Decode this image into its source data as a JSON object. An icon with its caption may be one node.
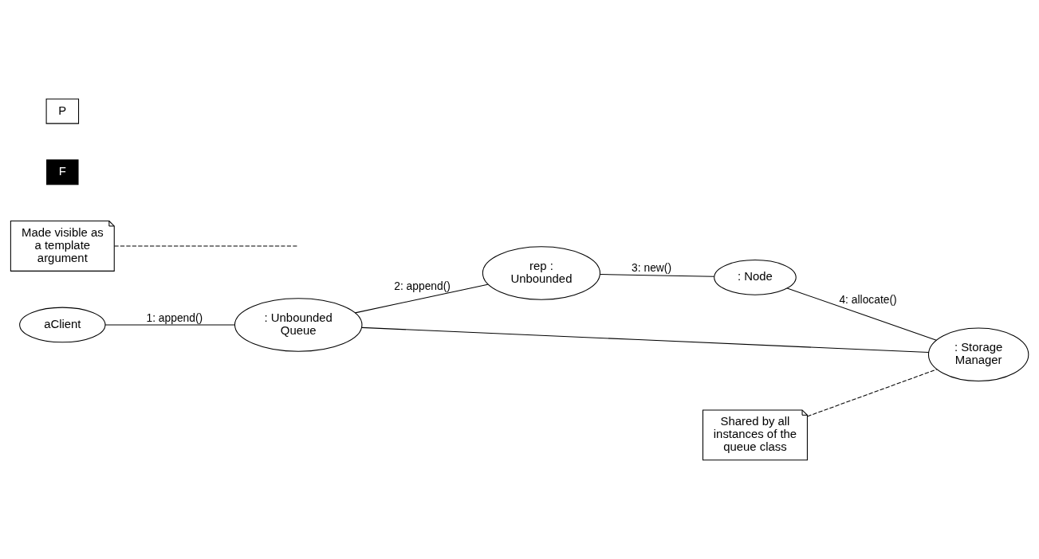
{
  "diagram": {
    "nodes": [
      {
        "text": [
          "aClient"
        ]
      },
      {
        "text": [
          ": Unbounded Queue"
        ]
      },
      {
        "text": [
          "rep : Unbounded"
        ]
      },
      {
        "text": [
          ": Node"
        ]
      },
      {
        "text": [
          ": Storage Manager"
        ]
      },
      {
        "text": [
          "Made visible as a template argument"
        ]
      },
      {
        "text": [
          "Shared by all instances of the queue class"
        ]
      }
    ],
    "edges": [
      {
        "from": 0,
        "to": 1,
        "arrow": "none",
        "label": "1: append()"
      },
      {
        "from": 1,
        "to": 2,
        "arrow": "none",
        "label": "2: append()"
      },
      {
        "from": 2,
        "to": 3,
        "arrow": "none",
        "label": "3: new()"
      },
      {
        "from": 3,
        "to": 4,
        "arrow": "none",
        "label": "4: allocate()"
      },
      {
        "from": 1,
        "to": 4,
        "arrow": "none"
      },
      {
        "from": 5,
        "to": null,
        "arrow": "none",
        "style": "dashed"
      },
      {
        "from": 6,
        "to": 4,
        "arrow": "none",
        "style": "dashed"
      }
    ],
    "labels": [
      "F",
      "P"
    ]
  }
}
